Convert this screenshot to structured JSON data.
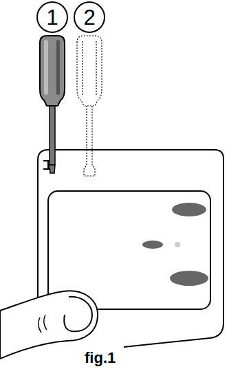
{
  "diagram": {
    "caption": "fig.1",
    "nodes": [
      {
        "text": [
          "1"
        ]
      },
      {
        "text": [
          "2"
        ]
      }
    ]
  }
}
